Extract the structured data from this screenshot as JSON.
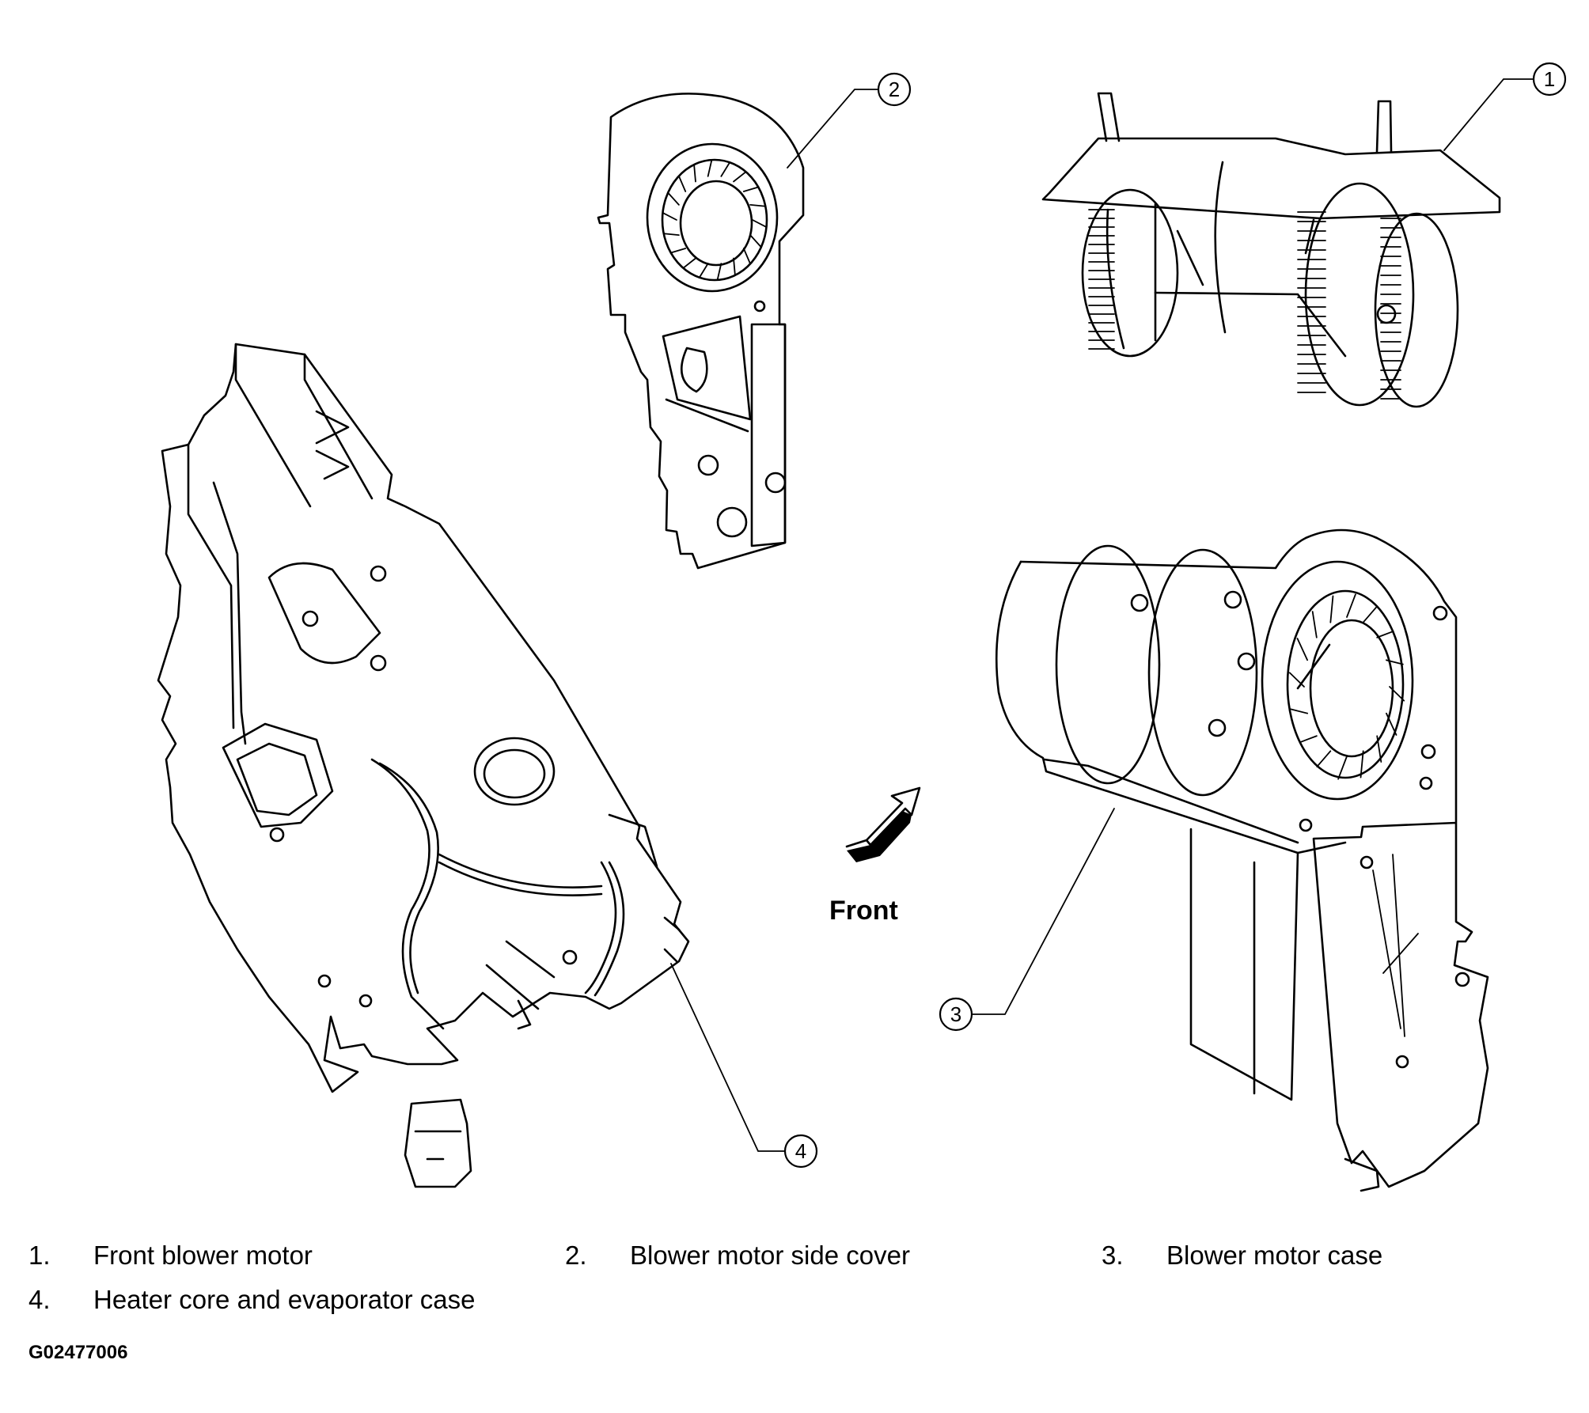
{
  "callouts": [
    "1",
    "2",
    "3",
    "4"
  ],
  "front_label": "Front",
  "legend": [
    {
      "num": "1.",
      "text": "Front blower motor"
    },
    {
      "num": "2.",
      "text": "Blower motor side cover"
    },
    {
      "num": "3.",
      "text": "Blower motor case"
    },
    {
      "num": "4.",
      "text": "Heater core and evaporator case"
    }
  ],
  "figure_id": "G02477006",
  "colors": {
    "line": "#000000",
    "background": "#ffffff"
  }
}
